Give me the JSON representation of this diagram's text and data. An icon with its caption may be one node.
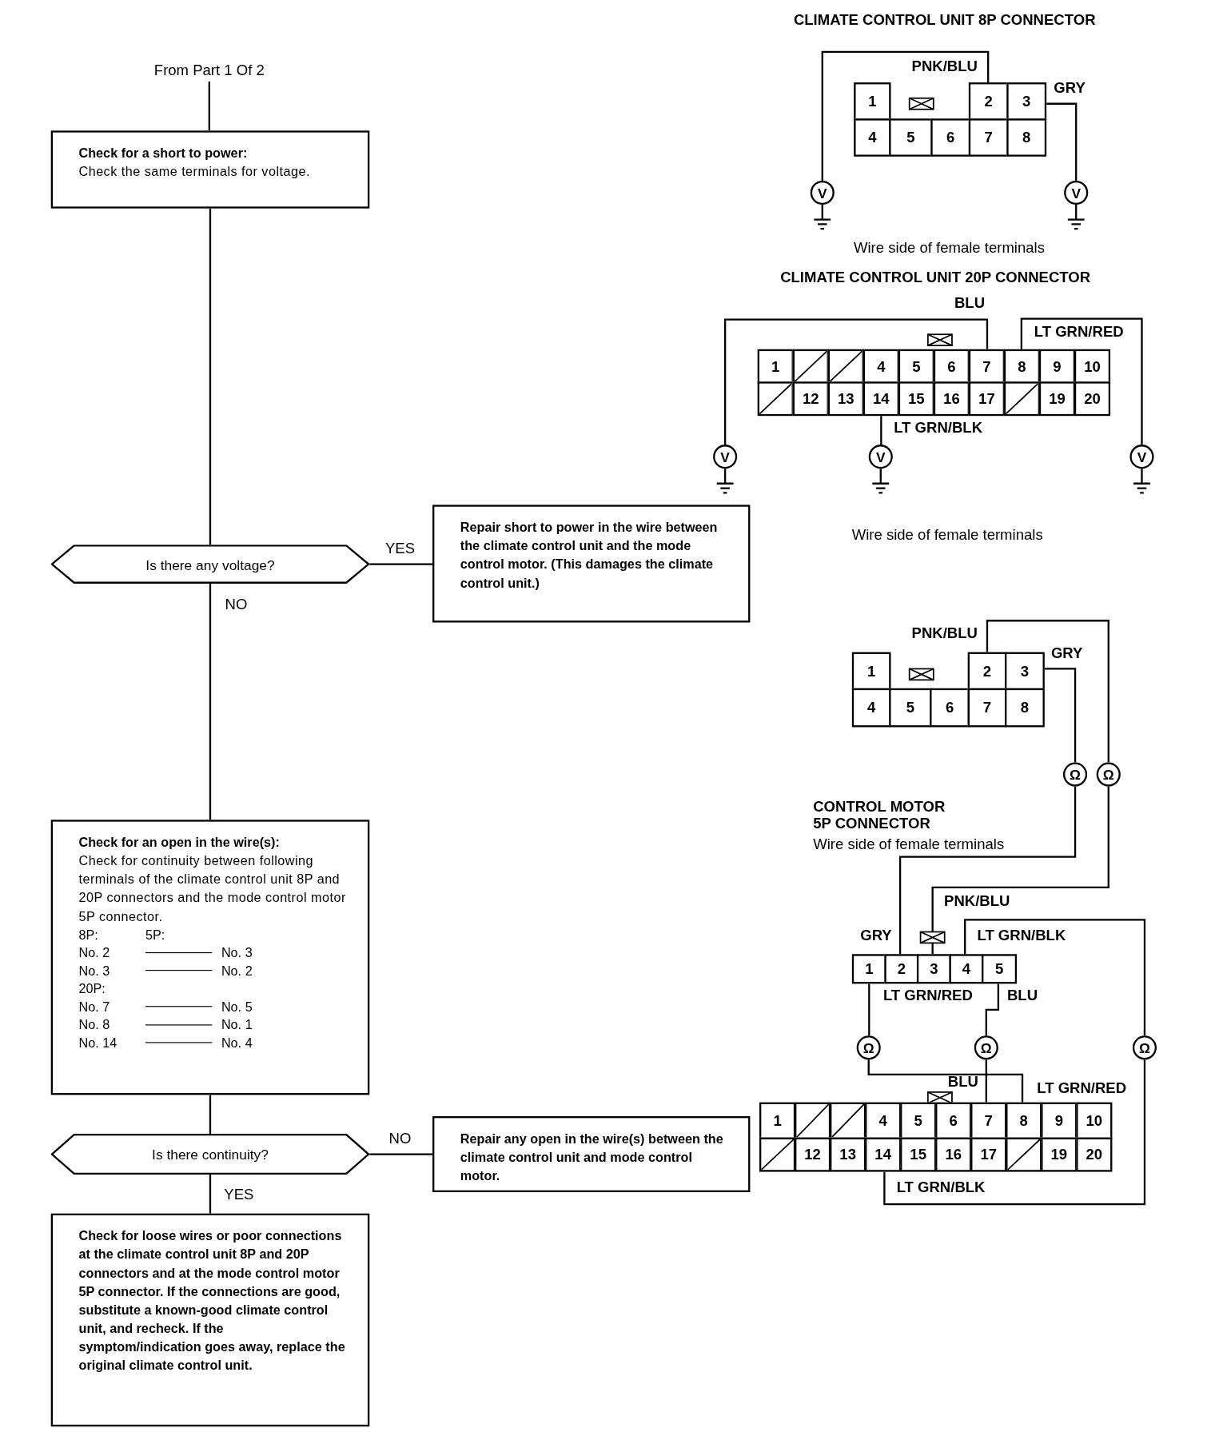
{
  "diagram": {
    "nodes": [
      {
        "text": [
          "From Part 1 Of 2"
        ]
      },
      {
        "text": [
          "Check for a short to power:",
          "Check the same terminals for voltage."
        ]
      },
      {
        "text": [
          "Is there any voltage?"
        ]
      },
      {
        "text": [
          "Repair short to power in the wire between the climate control unit and the mode control motor. (This damages the climate control unit.)"
        ]
      },
      {
        "text": [
          "Check for an open in the wire(s):",
          "Check for continuity between following terminals of the climate control unit 8P and 20P connectors and the mode control motor 5P connector.",
          "8P:",
          "5P:",
          "No. 2",
          "No. 3",
          "No. 3",
          "No. 2",
          "20P:",
          "No. 7",
          "No. 5",
          "No. 8",
          "No. 1",
          "No. 14",
          "No. 4"
        ]
      },
      {
        "text": [
          "Is there continuity?"
        ]
      },
      {
        "text": [
          "Repair any open in the wire(s) between the climate control unit and mode control motor."
        ]
      },
      {
        "text": [
          "Check for loose wires or poor connections at the climate control unit 8P and 20P connectors and at the mode control motor 5P connector. If the connections are good, substitute a known-good climate control unit, and recheck. If the symptom/indication goes away, replace the original climate control unit."
        ]
      },
      {
        "text": [
          "1"
        ]
      },
      {
        "text": [
          "2"
        ]
      },
      {
        "text": [
          "3"
        ]
      },
      {
        "text": [
          "4"
        ]
      },
      {
        "text": [
          "5"
        ]
      },
      {
        "text": [
          "6"
        ]
      },
      {
        "text": [
          "7"
        ]
      },
      {
        "text": [
          "8"
        ]
      },
      {
        "text": [
          "V"
        ]
      },
      {
        "text": [
          "V"
        ]
      },
      {
        "text": [
          "1"
        ]
      },
      {
        "text": [],
        "shape": "box"
      },
      {
        "text": [],
        "shape": "box"
      },
      {
        "text": [
          "4"
        ]
      },
      {
        "text": [
          "5"
        ]
      },
      {
        "text": [
          "6"
        ]
      },
      {
        "text": [
          "7"
        ]
      },
      {
        "text": [
          "8"
        ]
      },
      {
        "text": [
          "9"
        ]
      },
      {
        "text": [
          "10"
        ]
      },
      {
        "text": [],
        "shape": "box"
      },
      {
        "text": [
          "12"
        ]
      },
      {
        "text": [
          "13"
        ]
      },
      {
        "text": [
          "14"
        ]
      },
      {
        "text": [
          "15"
        ]
      },
      {
        "text": [
          "16"
        ]
      },
      {
        "text": [
          "17"
        ]
      },
      {
        "text": [],
        "shape": "box"
      },
      {
        "text": [
          "19"
        ]
      },
      {
        "text": [
          "20"
        ]
      },
      {
        "text": [
          "V"
        ]
      },
      {
        "text": [
          "V"
        ]
      },
      {
        "text": [
          "V"
        ]
      },
      {
        "text": [
          "1"
        ]
      },
      {
        "text": [
          "2"
        ]
      },
      {
        "text": [
          "3"
        ]
      },
      {
        "text": [
          "4"
        ]
      },
      {
        "text": [
          "5"
        ]
      },
      {
        "text": [
          "6"
        ]
      },
      {
        "text": [
          "7"
        ]
      },
      {
        "text": [
          "8"
        ]
      },
      {
        "text": [
          "Ω"
        ]
      },
      {
        "text": [
          "Ω"
        ]
      },
      {
        "text": [
          "1"
        ]
      },
      {
        "text": [
          "2"
        ]
      },
      {
        "text": [
          "3"
        ]
      },
      {
        "text": [
          "4"
        ]
      },
      {
        "text": [
          "5"
        ]
      },
      {
        "text": [
          "Ω"
        ]
      },
      {
        "text": [
          "Ω"
        ]
      },
      {
        "text": [
          "Ω"
        ]
      },
      {
        "text": [
          "1"
        ]
      },
      {
        "text": [],
        "shape": "box"
      },
      {
        "text": [],
        "shape": "box"
      },
      {
        "text": [
          "4"
        ]
      },
      {
        "text": [
          "5"
        ]
      },
      {
        "text": [
          "6"
        ]
      },
      {
        "text": [
          "7"
        ]
      },
      {
        "text": [
          "8"
        ]
      },
      {
        "text": [
          "9"
        ]
      },
      {
        "text": [
          "10"
        ]
      },
      {
        "text": [],
        "shape": "box"
      },
      {
        "text": [
          "12"
        ]
      },
      {
        "text": [
          "13"
        ]
      },
      {
        "text": [
          "14"
        ]
      },
      {
        "text": [
          "15"
        ]
      },
      {
        "text": [
          "16"
        ]
      },
      {
        "text": [
          "17"
        ]
      },
      {
        "text": [],
        "shape": "box"
      },
      {
        "text": [
          "19"
        ]
      },
      {
        "text": [
          "20"
        ]
      }
    ],
    "edges": [
      {
        "from": 0,
        "to": 1,
        "arrow": "none"
      },
      {
        "from": 1,
        "to": 2,
        "arrow": "none"
      },
      {
        "from": 2,
        "to": 3,
        "arrow": "none",
        "label": "YES"
      },
      {
        "from": 2,
        "to": 4,
        "arrow": "none",
        "label": "NO"
      },
      {
        "from": 4,
        "to": 5,
        "arrow": "none"
      },
      {
        "from": 5,
        "to": 6,
        "arrow": "none",
        "label": "NO"
      },
      {
        "from": 5,
        "to": 7,
        "arrow": "none",
        "label": "YES"
      },
      {
        "from": 9,
        "to": 16,
        "arrow": "none"
      },
      {
        "from": 10,
        "to": 17,
        "arrow": "none"
      },
      {
        "from": 24,
        "to": 38,
        "arrow": "none"
      },
      {
        "from": 25,
        "to": 40,
        "arrow": "none"
      },
      {
        "from": 31,
        "to": 39,
        "arrow": "none"
      },
      {
        "from": 42,
        "to": 50,
        "arrow": "none"
      },
      {
        "from": 50,
        "to": 53,
        "arrow": "none"
      },
      {
        "from": 43,
        "to": 49,
        "arrow": "none"
      },
      {
        "from": 49,
        "to": 52,
        "arrow": "none"
      },
      {
        "from": 54,
        "to": 58,
        "arrow": "none"
      },
      {
        "from": 58,
        "to": 72,
        "arrow": "none"
      },
      {
        "from": 51,
        "to": 56,
        "arrow": "none"
      },
      {
        "from": 56,
        "to": 66,
        "arrow": "none"
      },
      {
        "from": 55,
        "to": 57,
        "arrow": "none"
      },
      {
        "from": 57,
        "to": 65,
        "arrow": "none"
      }
    ],
    "labels": [
      "CLIMATE CONTROL UNIT 8P CONNECTOR",
      "PNK/BLU",
      "GRY",
      "Wire side of female terminals",
      "CLIMATE CONTROL UNIT 20P CONNECTOR",
      "BLU",
      "LT GRN/RED",
      "LT GRN/BLK",
      "Wire side of female terminals",
      "PNK/BLU",
      "GRY",
      "CONTROL MOTOR 5P CONNECTOR",
      "Wire side of female terminals",
      "PNK/BLU",
      "GRY",
      "LT GRN/BLK",
      "LT GRN/RED",
      "BLU",
      "BLU",
      "LT GRN/RED",
      "LT GRN/BLK"
    ]
  }
}
